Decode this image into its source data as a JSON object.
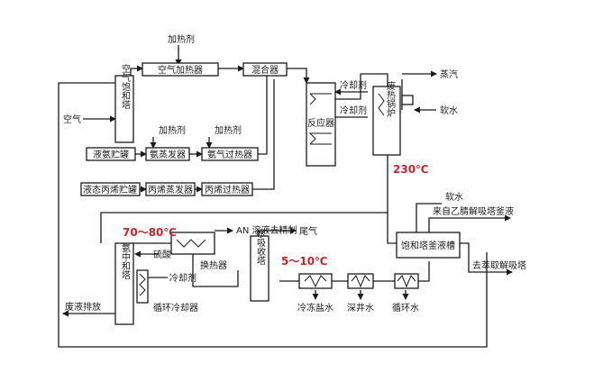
{
  "equipment": {
    "air_sat_tower": "空气饱和塔",
    "air_heater": "空气加热器",
    "mixer": "混合器",
    "reactor": "反应器",
    "waste_heat_boiler": "废热锅炉",
    "liquid_ammonia_tank": "液氨贮罐",
    "ammonia_evaporator": "氨蒸发器",
    "ammonia_superheater": "氨气过热器",
    "liquid_propylene_tank": "液态丙烯贮罐",
    "propylene_evaporator": "丙烯蒸发器",
    "propylene_superheater": "丙烯过热器",
    "ammonia_neutralizer": "氨中和塔",
    "circulating_cooler": "循环冷却器",
    "heat_exchanger": "换热器",
    "water_absorber": "水吸收塔",
    "sat_tower_kettle_tank": "饱和塔釜液槽"
  },
  "streams": {
    "heating_agent_top": "加热剂",
    "heating_agent_1": "加热剂",
    "heating_agent_2": "加热剂",
    "air": "空气",
    "coolant_1": "冷却剂",
    "coolant_2": "冷却剂",
    "steam": "蒸汽",
    "soft_water_1": "软水",
    "soft_water_2": "软水",
    "an_to_refining": "AN 溶液去精制",
    "sulfuric_acid": "硫酸",
    "coolant_3": "冷却剂",
    "waste_liquid": "废液排放",
    "tail_gas": "尾气",
    "from_desorber": "来自乙腈解吸塔釜液",
    "to_extraction": "去萃取解吸塔",
    "chilled_brine": "冷冻盐水",
    "deep_well_water": "深井水",
    "cooling_water": "循环水"
  },
  "temperatures": {
    "t_boiler": "230℃",
    "t_neutralizer": "70～80℃",
    "t_absorber": "5～10℃"
  },
  "colors": {
    "line": "#1a1a1a",
    "temperature": "#c8242a"
  }
}
